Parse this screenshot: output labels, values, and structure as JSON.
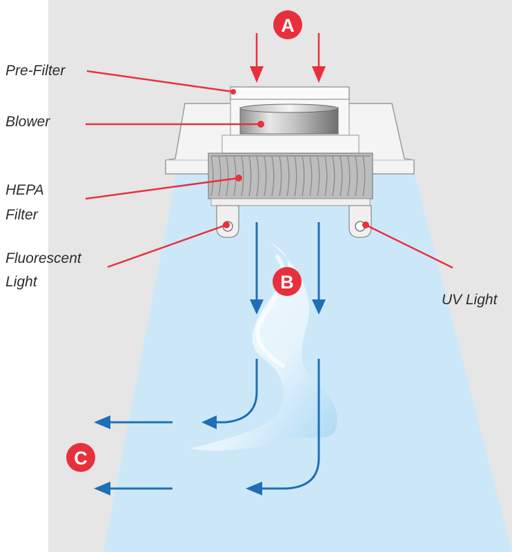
{
  "labels": {
    "pre_filter": "Pre-Filter",
    "blower": "Blower",
    "hepa_line1": "HEPA",
    "hepa_line2": "Filter",
    "fluorescent_line1": "Fluorescent",
    "fluorescent_line2": "Light",
    "uv_light": "UV Light"
  },
  "markers": {
    "a": "A",
    "b": "B",
    "c": "C"
  },
  "colors": {
    "page_background": "#ffffff",
    "panel_background": "#e6e6e6",
    "airflow_fill": "#cce8f8",
    "airflow_arrow": "#1e6fb5",
    "callout_line": "#e8303d",
    "marker_fill": "#e8303d",
    "hood_body": "#f2f2f2",
    "hood_outline": "#9a9a9a"
  }
}
